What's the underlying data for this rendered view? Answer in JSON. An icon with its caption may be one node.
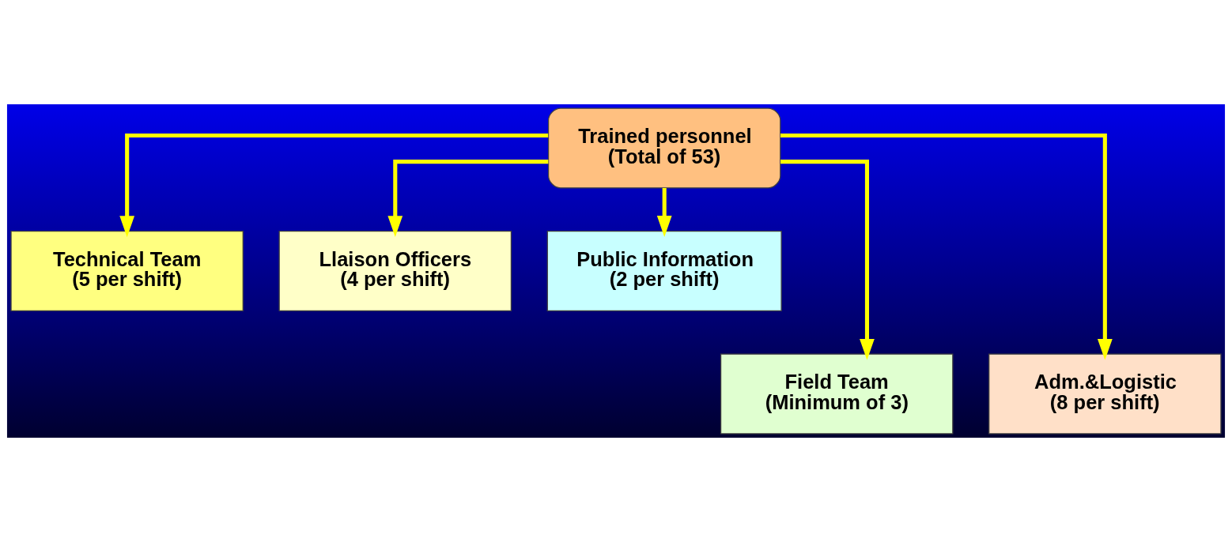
{
  "diagram": {
    "nodes": [
      {
        "text": [
          "Trained personnel",
          "(Total of 53)"
        ]
      },
      {
        "text": [
          "Technical Team",
          "(5 per shift)"
        ]
      },
      {
        "text": [
          "Llaison Officers",
          "(4 per shift)"
        ]
      },
      {
        "text": [
          "Public Information",
          "(2 per shift)"
        ]
      },
      {
        "text": [
          "Field Team",
          "(Minimum of 3)"
        ]
      },
      {
        "text": [
          "Adm.&Logistic",
          "(8 per shift)"
        ]
      }
    ],
    "edges": [
      {
        "from": 0,
        "to": 1,
        "arrow": "to"
      },
      {
        "from": 0,
        "to": 4,
        "arrow": "to"
      },
      {
        "from": 0,
        "to": 2,
        "arrow": "to"
      },
      {
        "from": 0,
        "to": 5,
        "arrow": "to"
      },
      {
        "from": 0,
        "to": 3,
        "arrow": "to"
      }
    ]
  }
}
